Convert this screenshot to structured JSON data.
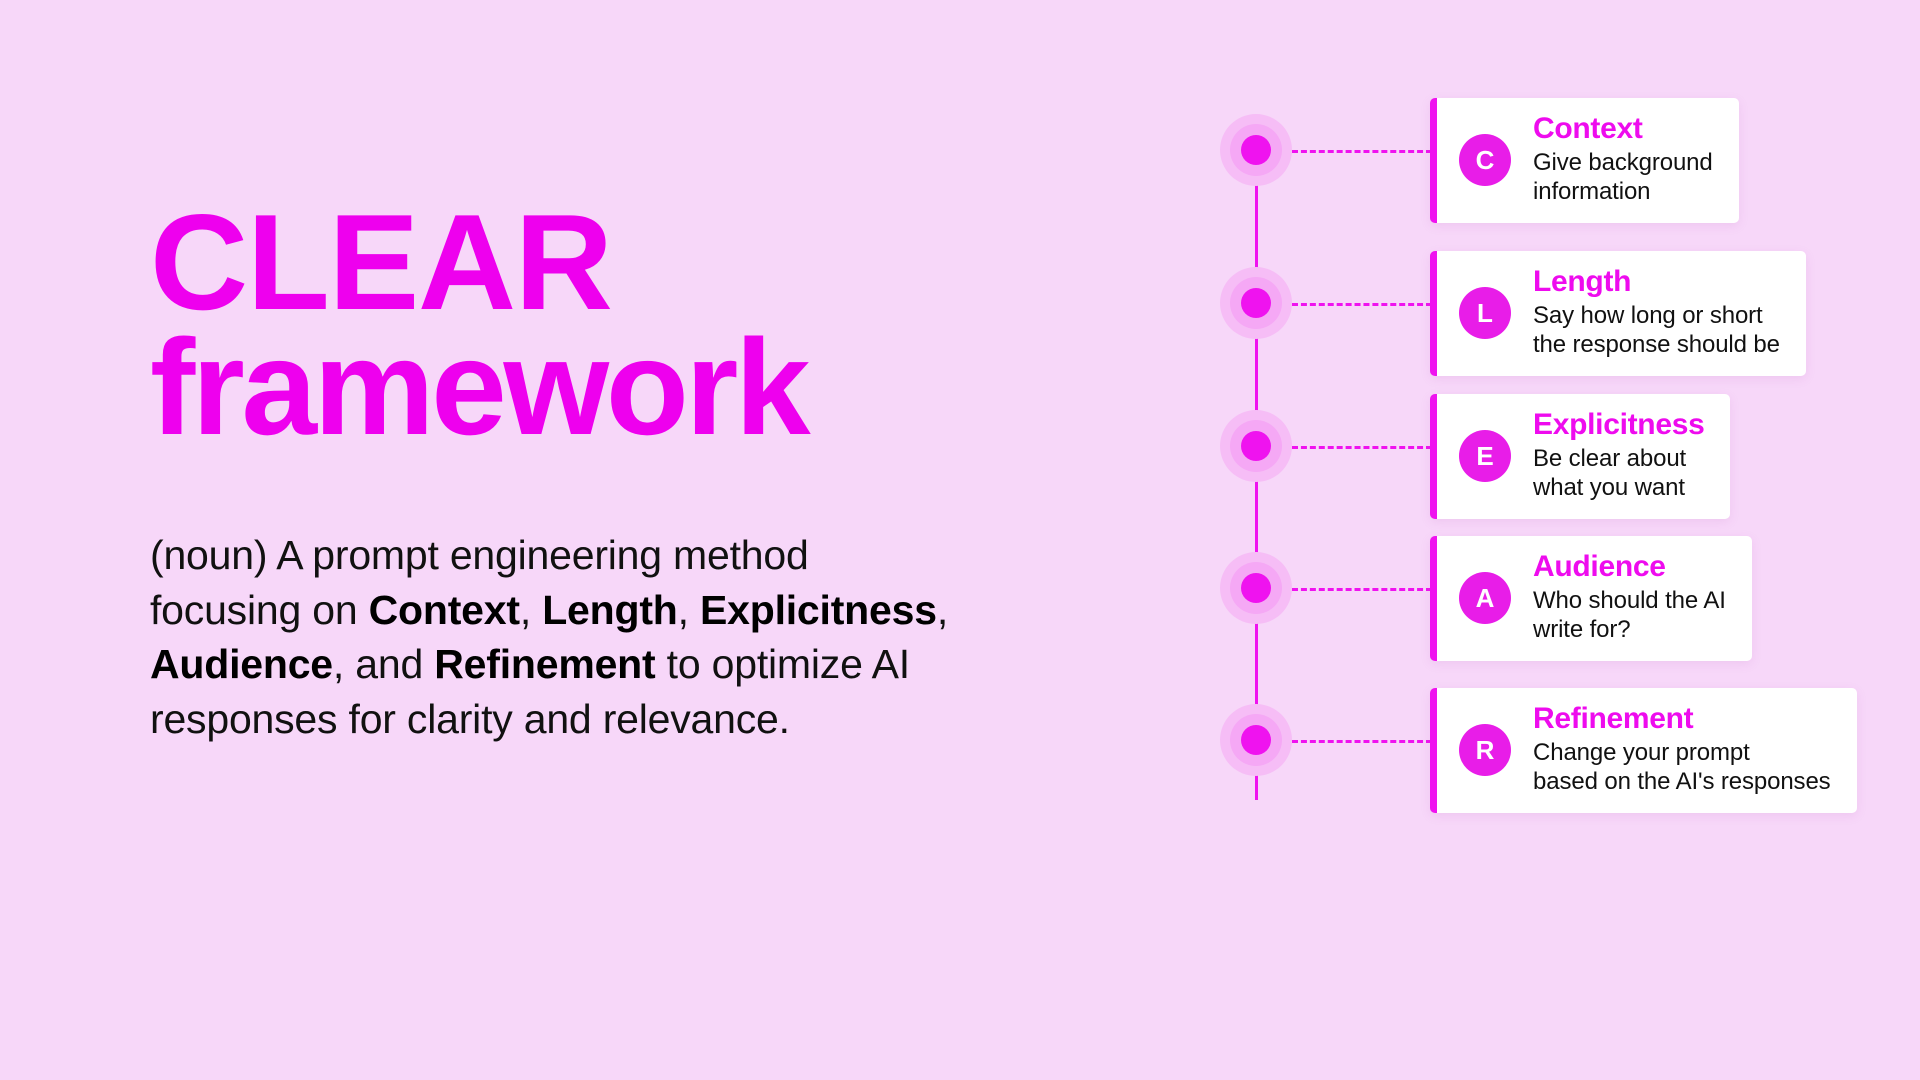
{
  "theme": {
    "background": "#f7d7f9",
    "accent_magenta": "#ee00ee",
    "accent_badge": "#e81de8",
    "card_background": "#ffffff",
    "text_dark": "#111111",
    "ring_outer": "#f6bdf6",
    "ring_mid": "#f5a8f5"
  },
  "title": {
    "line1": "CLEAR",
    "line2": "framework"
  },
  "definition": {
    "part_of_speech": "(noun)",
    "text_before": "(noun) A prompt engineering method focusing on ",
    "keyword_1": "Context",
    "sep_1": ", ",
    "keyword_2": "Length",
    "sep_2": ", ",
    "keyword_3": "Explicitness",
    "sep_3": ", ",
    "keyword_4": "Audience",
    "sep_4": ", and ",
    "keyword_5": "Refinement",
    "text_after": " to optimize AI responses for clarity and relevance.",
    "full_text": "(noun) A prompt engineering method focusing on Context, Length, Explicitness, Audience, and Refinement to optimize AI responses for clarity and relevance."
  },
  "timeline": {
    "items": [
      {
        "letter": "C",
        "title": "Context",
        "description": "Give background\ninformation"
      },
      {
        "letter": "L",
        "title": "Length",
        "description": "Say how long or short\nthe response should be"
      },
      {
        "letter": "E",
        "title": "Explicitness",
        "description": "Be clear about\nwhat you want"
      },
      {
        "letter": "A",
        "title": "Audience",
        "description": "Who should the AI\nwrite for?"
      },
      {
        "letter": "R",
        "title": "Refinement",
        "description": "Change your prompt\nbased on the AI's responses"
      }
    ]
  }
}
